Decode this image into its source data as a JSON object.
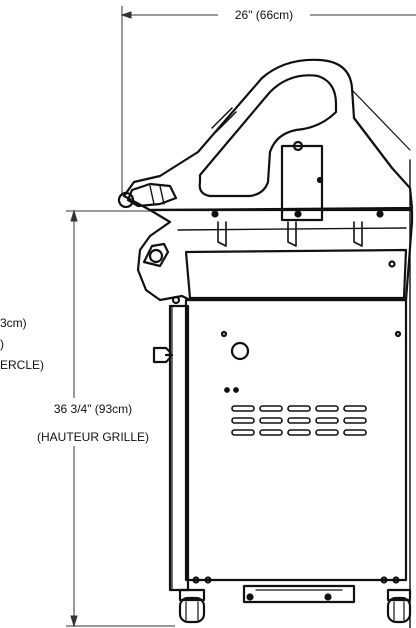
{
  "dimensions": {
    "width_label": "26\" (66cm)",
    "grill_height_line1": "36 3/4\" (93cm)",
    "grill_height_line2": "(HAUTEUR GRILLE)",
    "lid_height_line1": "3cm)",
    "lid_height_line2": ")",
    "lid_height_line3": "ERCLE)"
  },
  "colors": {
    "line": "#111111",
    "dimension_line": "#333333",
    "background": "#ffffff"
  }
}
